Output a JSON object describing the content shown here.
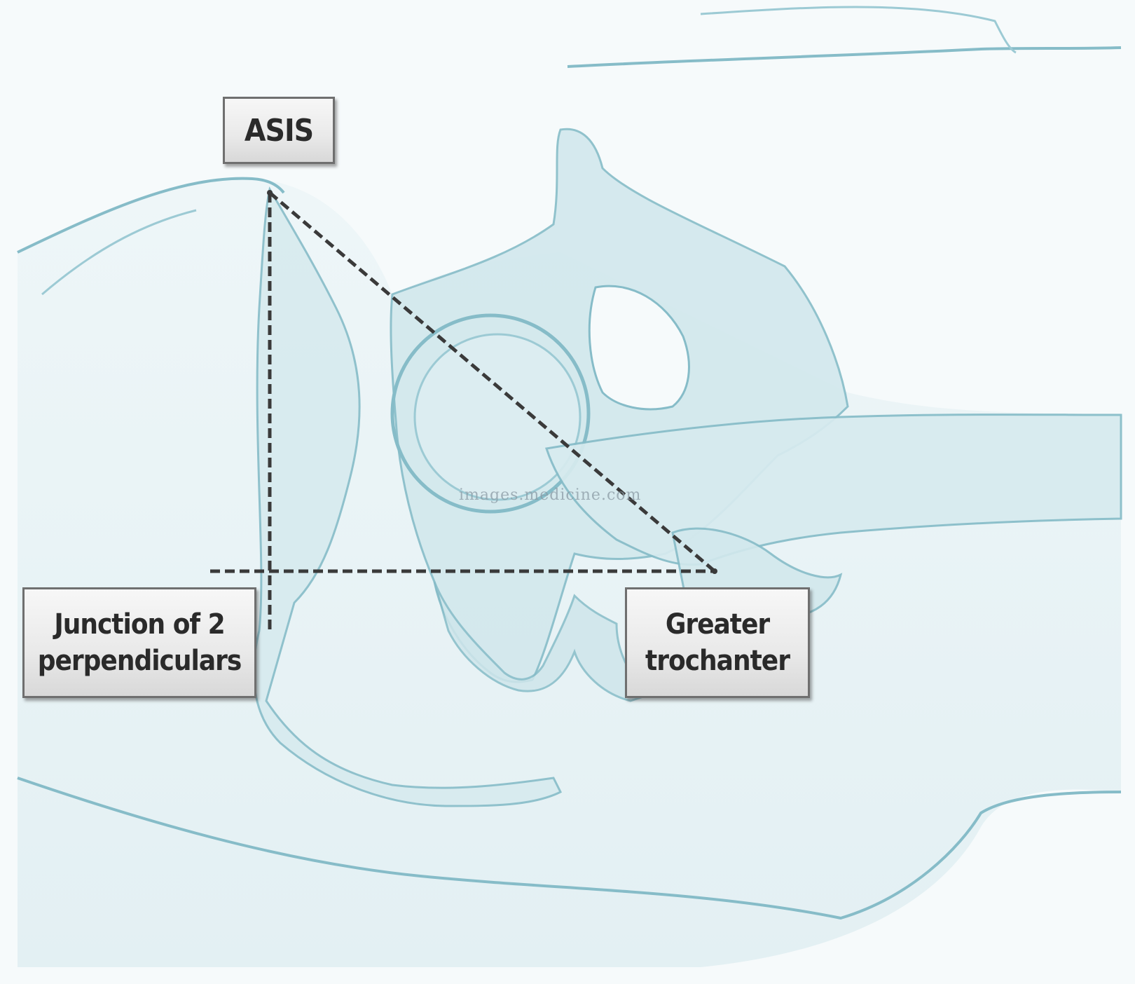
{
  "labels": {
    "asis": "ASIS",
    "junction": "Junction of 2\nperpendiculars",
    "greater_trochanter": "Greater\ntrochanter"
  },
  "watermark": "images.medicine.com",
  "colors": {
    "background": "#ffffff",
    "bone_fill": "#d7ebef",
    "bone_outline": "#86bcc8",
    "dashed_line": "#3a3a3a",
    "label_border": "#6f6f6f",
    "label_text": "#2a2a2a"
  }
}
